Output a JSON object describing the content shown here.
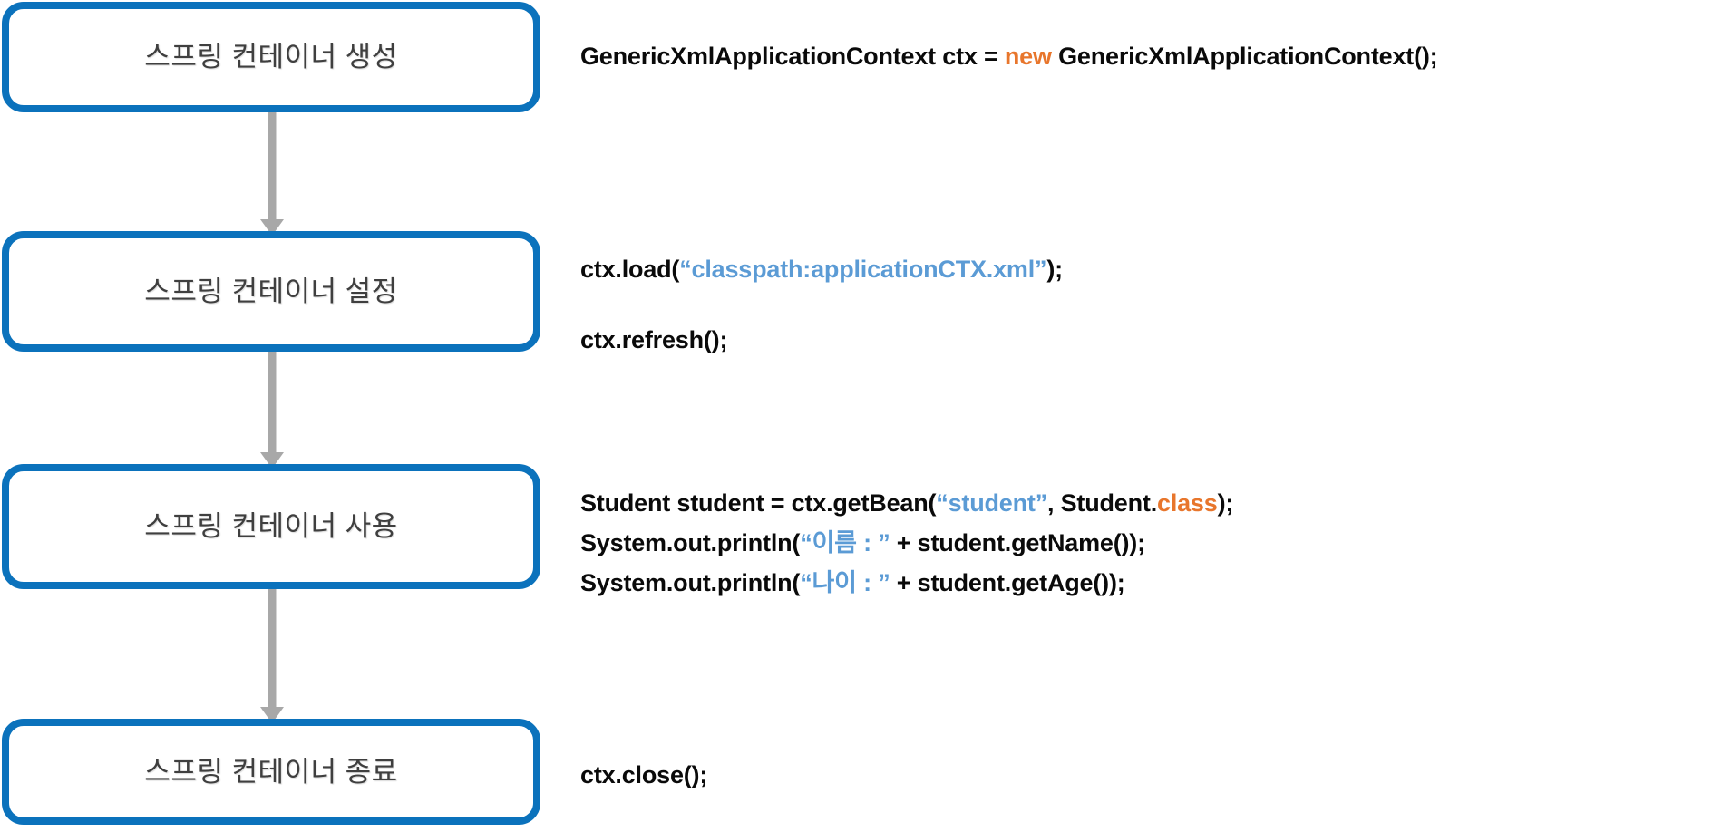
{
  "diagram": {
    "title": "Spring Container Lifecycle Flow",
    "colors": {
      "box_border": "#0b72bc",
      "box_fill": "#ffffff",
      "box_label_text": "#3f3f3f",
      "arrow": "#a8a8a8",
      "code_text": "#0a0a0a",
      "code_keyword": "#e8762c",
      "code_string": "#5b9bd5",
      "background": "#ffffff"
    },
    "steps": [
      {
        "id": "create",
        "label": "스프링 컨테이너 생성",
        "code_lines": [
          [
            {
              "t": "GenericXmlApplicationContext ctx = ",
              "c": "plain"
            },
            {
              "t": "new",
              "c": "keyword"
            },
            {
              "t": " GenericXmlApplicationContext();",
              "c": "plain"
            }
          ]
        ]
      },
      {
        "id": "configure",
        "label": "스프링 컨테이너 설정",
        "code_lines": [
          [
            {
              "t": "ctx.load(",
              "c": "plain"
            },
            {
              "t": "“classpath:applicationCTX.xml”",
              "c": "string"
            },
            {
              "t": ");",
              "c": "plain"
            }
          ],
          [
            {
              "t": "",
              "c": "gap"
            }
          ],
          [
            {
              "t": "ctx.refresh();",
              "c": "plain"
            }
          ]
        ]
      },
      {
        "id": "use",
        "label": "스프링 컨테이너 사용",
        "code_lines": [
          [
            {
              "t": "Student student = ctx.getBean(",
              "c": "plain"
            },
            {
              "t": "“student”",
              "c": "string"
            },
            {
              "t": ", Student.",
              "c": "plain"
            },
            {
              "t": "class",
              "c": "keyword"
            },
            {
              "t": ");",
              "c": "plain"
            }
          ],
          [
            {
              "t": "System.out.println(",
              "c": "plain"
            },
            {
              "t": "“이름 : ”",
              "c": "string"
            },
            {
              "t": " + student.getName());",
              "c": "plain"
            }
          ],
          [
            {
              "t": "System.out.println(",
              "c": "plain"
            },
            {
              "t": "“나이 : ”",
              "c": "string"
            },
            {
              "t": " + student.getAge());",
              "c": "plain"
            }
          ]
        ]
      },
      {
        "id": "close",
        "label": "스프링 컨테이너 종료",
        "code_lines": [
          [
            {
              "t": "ctx.close();",
              "c": "plain"
            }
          ]
        ]
      }
    ],
    "connectors": [
      {
        "from": "create",
        "to": "configure",
        "icon": "down-arrow-icon"
      },
      {
        "from": "configure",
        "to": "use",
        "icon": "down-arrow-icon"
      },
      {
        "from": "use",
        "to": "close",
        "icon": "down-arrow-icon"
      }
    ]
  }
}
